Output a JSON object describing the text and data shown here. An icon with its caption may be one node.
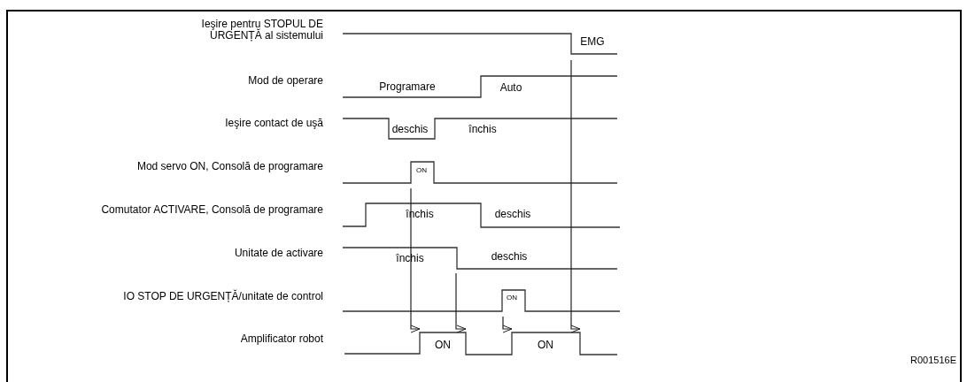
{
  "diagram": {
    "labels": [
      "Ieşire pentru STOPUL DE URGENȚĂ al sistemului",
      "EMG",
      "Mod de operare",
      "Programare",
      "Auto",
      "Ieşire contact de uşă",
      "deschis",
      "închis",
      "Mod servo ON, Consolă de programare",
      "ON",
      "Comutator ACTIVARE, Consolă de programare",
      "închis",
      "deschis",
      "Unitate de activare",
      "închis",
      "deschis",
      "IO STOP DE URGENȚĂ/unitate de control",
      "ON",
      "Amplificator robot",
      "ON",
      "ON",
      "R001516E"
    ]
  }
}
